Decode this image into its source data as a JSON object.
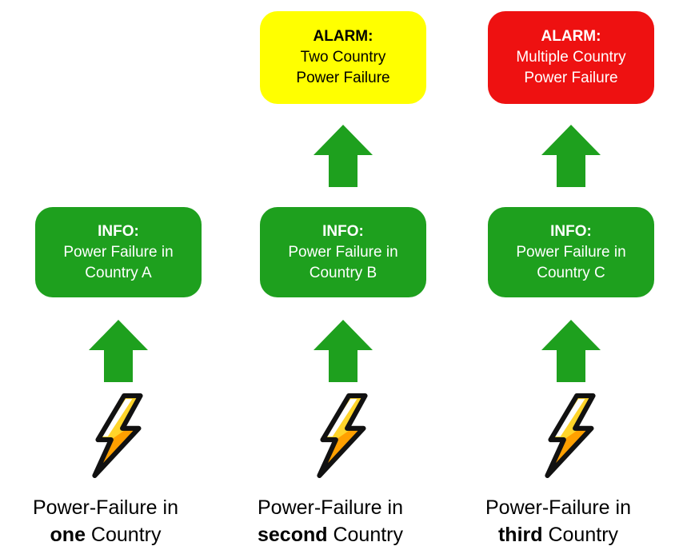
{
  "page": {
    "background": "#FFFFFF"
  },
  "colors": {
    "green": "#1EA01E",
    "alarm_yellow_bg": "#FFFF00",
    "alarm_yellow_text": "#000000",
    "alarm_red_bg": "#EE1111",
    "alarm_red_text": "#FFFFFF",
    "info_bg": "#1EA01E",
    "info_text": "#FFFFFF",
    "caption_text": "#000000",
    "bolt_yellow": "#FFD42A",
    "bolt_highlight": "#FFFFFF",
    "bolt_orange": "#FFA000",
    "bolt_outline": "#111111"
  },
  "icons": {
    "up_arrow": "up-arrow-icon",
    "lightning": "lightning-bolt-icon"
  },
  "columns": [
    {
      "id": "country-a",
      "alarm": null,
      "info": {
        "title": "INFO:",
        "line1": "Power Failure in",
        "line2": "Country A"
      },
      "caption": {
        "line1": "Power-Failure in",
        "bold": "one",
        "rest": " Country"
      }
    },
    {
      "id": "country-b",
      "alarm": {
        "severity": "yellow",
        "title": "ALARM:",
        "line1": "Two Country",
        "line2": "Power Failure"
      },
      "info": {
        "title": "INFO:",
        "line1": "Power Failure in",
        "line2": "Country B"
      },
      "caption": {
        "line1": "Power-Failure in",
        "bold": "second",
        "rest": " Country"
      }
    },
    {
      "id": "country-c",
      "severity": "red",
      "alarm": {
        "severity": "red",
        "title": "ALARM:",
        "line1": "Multiple Country",
        "line2": "Power Failure"
      },
      "info": {
        "title": "INFO:",
        "line1": "Power Failure in",
        "line2": "Country C"
      },
      "caption": {
        "line1": "Power-Failure in",
        "bold": "third",
        "rest": " Country"
      }
    }
  ]
}
